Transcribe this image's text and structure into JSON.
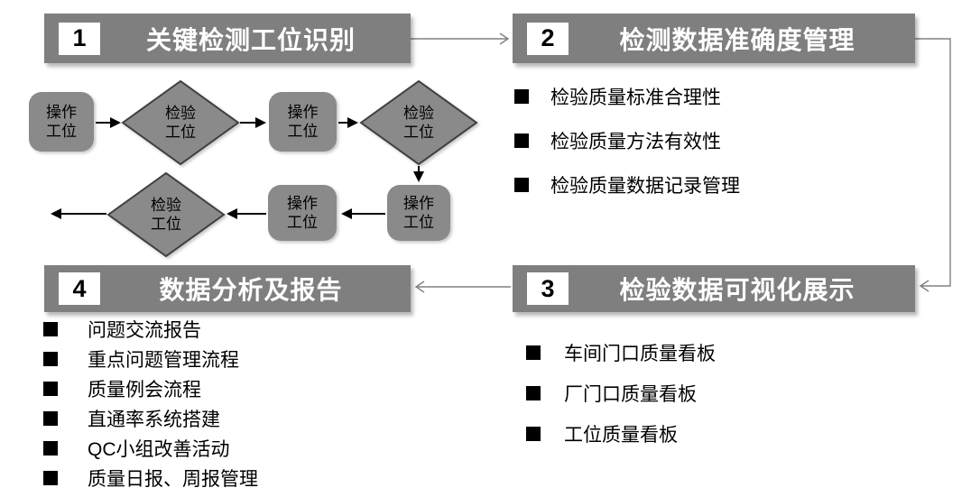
{
  "colors": {
    "bar_gray": "#7f7f7f",
    "shape_gray": "#8a8a8a",
    "shape_border": "#3f3f3f",
    "connector_gray": "#808080",
    "arrow_black": "#000000",
    "text_white": "#ffffff",
    "text_black": "#000000"
  },
  "sections": {
    "s1": {
      "number": "1",
      "title": "关键检测工位识别"
    },
    "s2": {
      "number": "2",
      "title": "检测数据准确度管理",
      "bullets": [
        "检验质量标准合理性",
        "检验质量方法有效性",
        "检验质量数据记录管理"
      ]
    },
    "s3": {
      "number": "3",
      "title": "检验数据可视化展示",
      "bullets": [
        "车间门口质量看板",
        "厂门口质量看板",
        "工位质量看板"
      ]
    },
    "s4": {
      "number": "4",
      "title": "数据分析及报告",
      "bullets": [
        "问题交流报告",
        "重点问题管理流程",
        "质量例会流程",
        "直通率系统搭建",
        "QC小组改善活动",
        "质量日报、周报管理"
      ]
    }
  },
  "flowchart": {
    "nodes": [
      {
        "id": "op1",
        "type": "process",
        "label": "操作\n工位"
      },
      {
        "id": "insp1",
        "type": "decision",
        "label": "检验\n工位"
      },
      {
        "id": "op2",
        "type": "process",
        "label": "操作\n工位"
      },
      {
        "id": "insp2",
        "type": "decision",
        "label": "检验\n工位"
      },
      {
        "id": "op3",
        "type": "process",
        "label": "操作\n工位"
      },
      {
        "id": "op4",
        "type": "process",
        "label": "操作\n工位"
      },
      {
        "id": "insp3",
        "type": "decision",
        "label": "检验\n工位"
      }
    ]
  }
}
